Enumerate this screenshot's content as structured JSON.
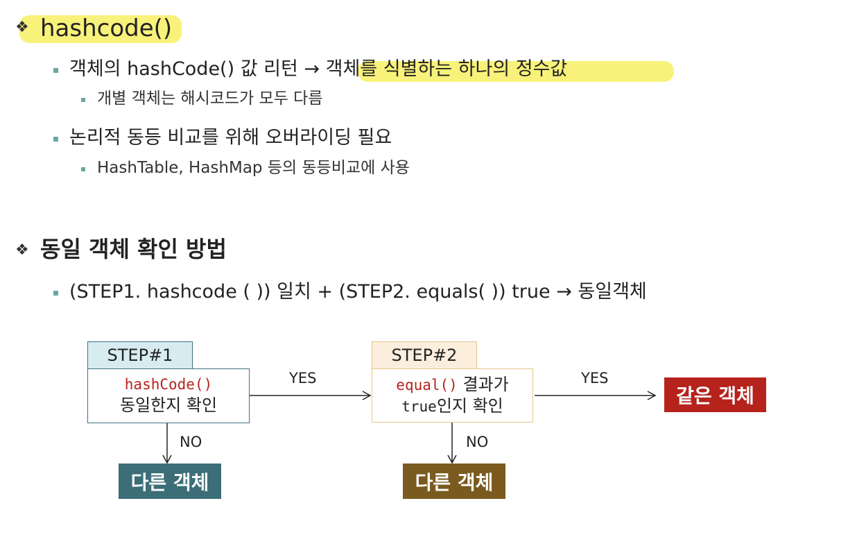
{
  "section1": {
    "title": "hashcode()",
    "bullets": [
      {
        "text": "객체의 hashCode() 값 리턴 → ",
        "highlight": "객체를 식별하는 하나의 정수값",
        "sub": "개별 객체는 해시코드가 모두 다름"
      },
      {
        "text": "논리적 동등 비교를 위해 오버라이딩 필요",
        "sub": "HashTable, HashMap 등의 동등비교에 사용"
      }
    ]
  },
  "section2": {
    "title": "동일 객체 확인 방법",
    "bullet": "(STEP1. hashcode ( )) 일치 + (STEP2. equals( )) true → 동일객체"
  },
  "flow": {
    "step1": {
      "tab": "STEP#1",
      "code": "hashCode()",
      "line2": "동일한지 확인"
    },
    "step2": {
      "tab": "STEP#2",
      "code": "equal()",
      "line1_rest": " 결과가",
      "code2": "true",
      "line2_rest": "인지 확인"
    },
    "yes1": "YES",
    "yes2": "YES",
    "no1": "NO",
    "no2": "NO",
    "same": "같은 객체",
    "diff1": "다른 객체",
    "diff2": "다른 객체"
  },
  "colors": {
    "highlight": "#f8f27a",
    "step1_tab": "#d7ecf0",
    "step1_border": "#3e7180",
    "step2_tab": "#fbeedd",
    "step2_border": "#e8c48a",
    "same": "#b5231c",
    "diff1": "#3c6e78",
    "diff2": "#7a5a1f"
  }
}
